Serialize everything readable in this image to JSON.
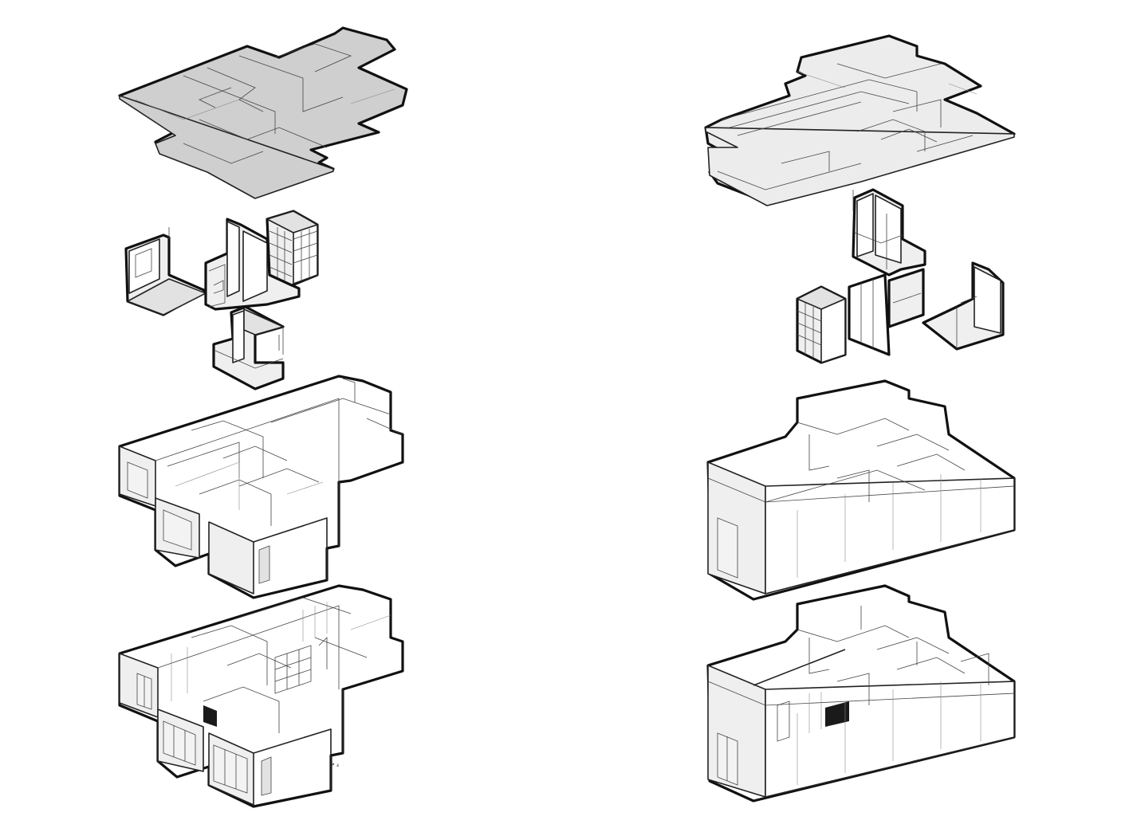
{
  "figure": {
    "background": "#ffffff",
    "line_color": "#111111",
    "roof_fill_left": "#cfcfcf",
    "roof_fill_right": "#ececec",
    "wall_fill": "#ffffff",
    "shade_fill": "#e2e2e2",
    "annotations": {
      "corner_mark": "↗ ₄"
    }
  },
  "columns": [
    {
      "side": "left",
      "layers": [
        "ceiling-plate",
        "furniture-modules-upper",
        "furniture-modules-lower",
        "wall-shell",
        "assembled-interior"
      ]
    },
    {
      "side": "right",
      "layers": [
        "ceiling-plate",
        "furniture-modules-upper",
        "furniture-modules-lower",
        "wall-shell",
        "assembled-interior"
      ]
    }
  ]
}
